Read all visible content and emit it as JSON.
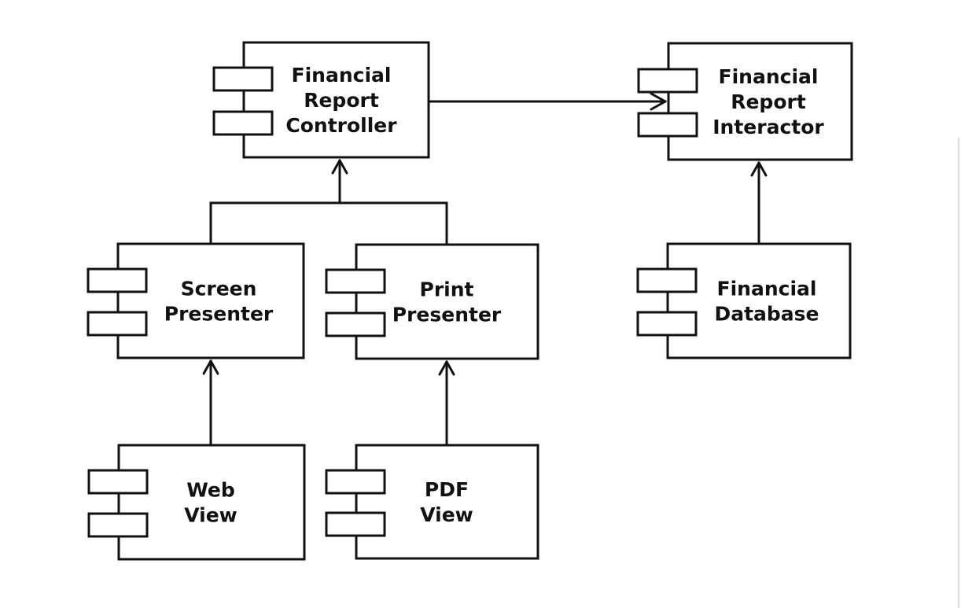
{
  "diagram": {
    "components": [
      {
        "id": "financial-report-controller",
        "lines": [
          "Financial",
          "Report",
          "Controller"
        ]
      },
      {
        "id": "financial-report-interactor",
        "lines": [
          "Financial",
          "Report",
          "Interactor"
        ]
      },
      {
        "id": "screen-presenter",
        "lines": [
          "Screen",
          "Presenter"
        ]
      },
      {
        "id": "print-presenter",
        "lines": [
          "Print",
          "Presenter"
        ]
      },
      {
        "id": "financial-database",
        "lines": [
          "Financial",
          "Database"
        ]
      },
      {
        "id": "web-view",
        "lines": [
          "Web",
          "View"
        ]
      },
      {
        "id": "pdf-view",
        "lines": [
          "PDF",
          "View"
        ]
      }
    ],
    "edges": [
      {
        "from": "financial-report-controller",
        "to": "financial-report-interactor"
      },
      {
        "from": "screen-presenter",
        "to": "financial-report-controller"
      },
      {
        "from": "print-presenter",
        "to": "financial-report-controller"
      },
      {
        "from": "financial-database",
        "to": "financial-report-interactor"
      },
      {
        "from": "web-view",
        "to": "screen-presenter"
      },
      {
        "from": "pdf-view",
        "to": "print-presenter"
      }
    ]
  }
}
